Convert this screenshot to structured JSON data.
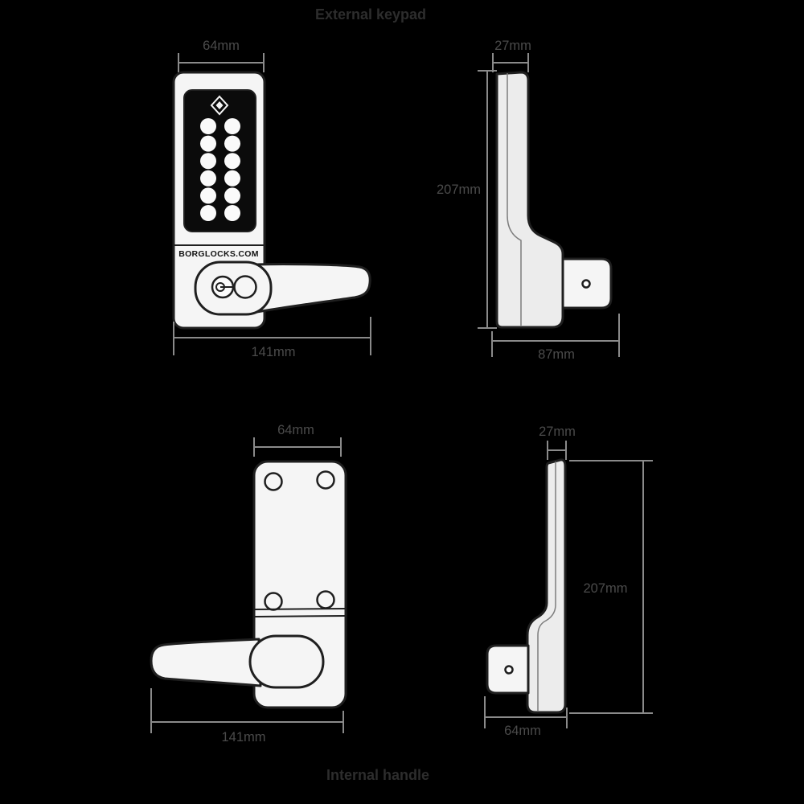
{
  "page": {
    "title_top": "External keypad",
    "title_bottom": "Internal handle"
  },
  "brand": {
    "label": "BORGLOCKS.COM"
  },
  "views": {
    "external_front": {
      "dim_width_top": "64mm",
      "dim_width_overall": "141mm"
    },
    "external_side": {
      "dim_depth_top": "27mm",
      "dim_height": "207mm",
      "dim_depth_overall": "87mm"
    },
    "internal_front": {
      "dim_width_top": "64mm",
      "dim_width_overall": "141mm"
    },
    "internal_side": {
      "dim_depth_top": "27mm",
      "dim_height": "207mm",
      "dim_depth_overall": "64mm"
    }
  },
  "keypad": {
    "button_rows": 6,
    "button_columns": 2
  },
  "colors": {
    "background": "#000000",
    "shape_fill": "#f5f5f5",
    "panel_fill": "#0b0b0b",
    "outline": "#1f1f1f",
    "dimension_line": "#8a8a8a",
    "dimension_text": "#4b4b4b",
    "title_text": "#2d2d2d"
  }
}
